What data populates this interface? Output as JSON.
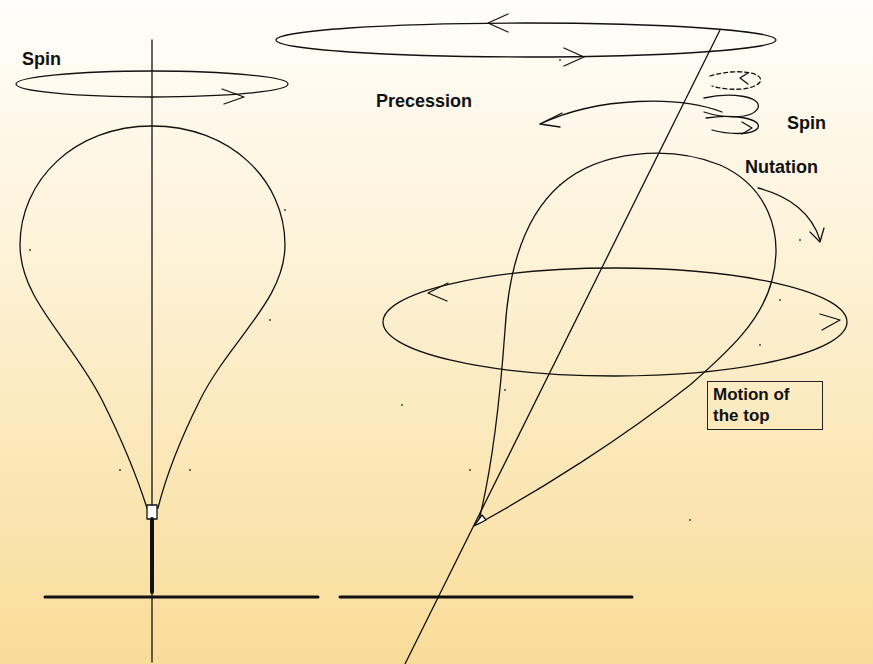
{
  "diagram": {
    "nodes": [
      {
        "text": [
          "Motion of the top"
        ]
      }
    ],
    "labels": [
      "Spin",
      "Precession",
      "Spin",
      "Nutation"
    ]
  }
}
